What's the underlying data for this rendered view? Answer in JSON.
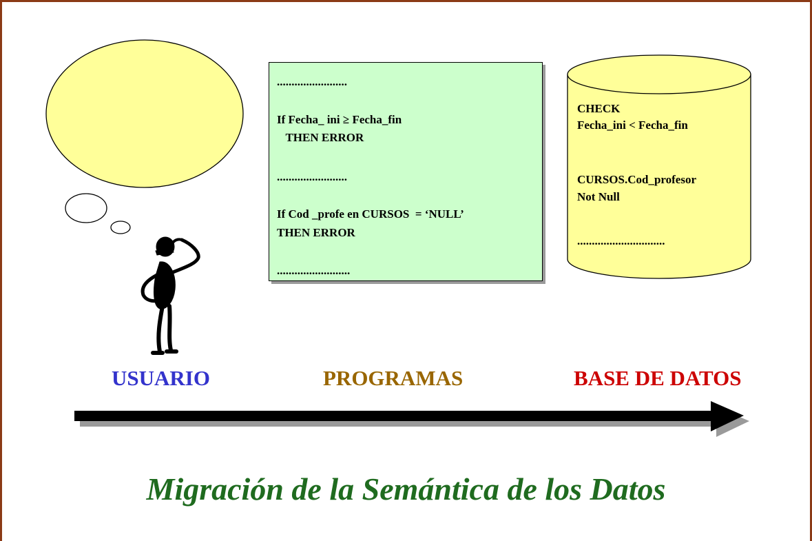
{
  "program": {
    "lines": [
      "........................",
      "If Fecha_ ini ≥ Fecha_fin",
      "   THEN ERROR",
      "........................",
      "If Cod _profe en CURSOS  = ‘NULL’",
      "THEN ERROR",
      "........................."
    ]
  },
  "database": {
    "lines": [
      "CHECK",
      "Fecha_ini < Fecha_fin",
      "CURSOS.Cod_profesor",
      "Not Null",
      ".............................."
    ]
  },
  "labels": {
    "user": "USUARIO",
    "programs": "PROGRAMAS",
    "database": "BASE DE DATOS"
  },
  "caption": "Migración de la Semántica de los Datos",
  "colors": {
    "frame": "#8B3A16",
    "user": "#3333CC",
    "programs": "#996600",
    "database": "#CC0000",
    "caption": "#1F6B1F",
    "program_box": "#CCFFCC",
    "database_fill": "#FFFF99",
    "bubble_fill": "#FFFF99"
  }
}
